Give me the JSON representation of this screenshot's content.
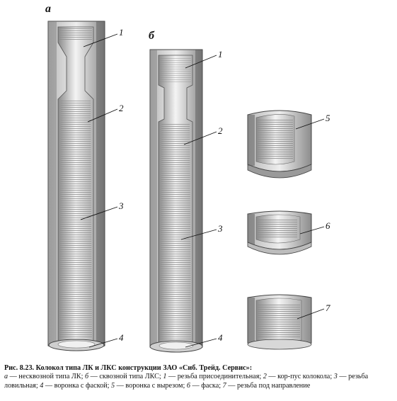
{
  "figure": {
    "panel_a": "а",
    "panel_b": "б",
    "callouts_a": [
      "1",
      "2",
      "3",
      "4"
    ],
    "callouts_b": [
      "1",
      "2",
      "3",
      "4"
    ],
    "callouts_parts": [
      "5",
      "6",
      "7"
    ]
  },
  "caption": {
    "title": "Рис. 8.23. Колокол типа ЛК и ЛКС конструкции ЗАО «Сиб. Трейд. Сервис»:",
    "items": [
      {
        "key": "а",
        "text": " — несквозной типа ЛК; "
      },
      {
        "key": "б",
        "text": " — сквозной типа ЛКС; "
      },
      {
        "key": "1",
        "text": " — резьба присоединительная; "
      },
      {
        "key": "2",
        "text": " — кор-пус колокола; "
      },
      {
        "key": "3",
        "text": " — резьба ловильная; "
      },
      {
        "key": "4",
        "text": " — воронка с фаской; "
      },
      {
        "key": "5",
        "text": " — воронка с вырезом; "
      },
      {
        "key": "6",
        "text": " — фаска; "
      },
      {
        "key": "7",
        "text": " — резьба под направление"
      }
    ]
  },
  "colors": {
    "metal_dark": "#6e6e6e",
    "metal_light": "#e6e6e6",
    "thread": "#9a9a9a"
  }
}
